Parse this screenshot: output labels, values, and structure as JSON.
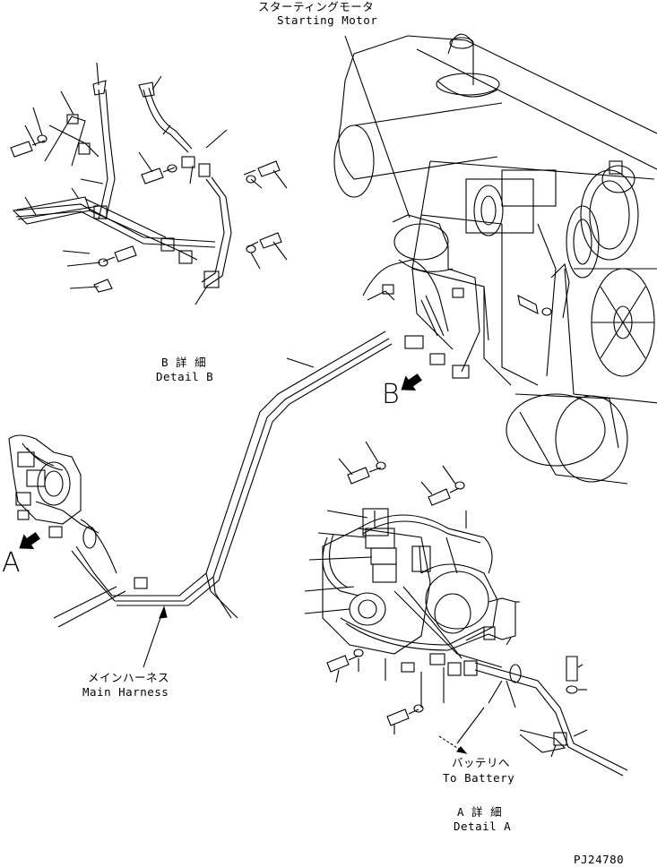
{
  "callouts": {
    "starting_motor_jp": "スターティングモータ",
    "starting_motor_en": "Starting Motor",
    "detail_b_jp": "B 詳 細",
    "detail_b_en": "Detail B",
    "main_harness_jp": "メインハーネス",
    "main_harness_en": "Main Harness",
    "to_battery_jp": "バッテリへ",
    "to_battery_en": "To Battery",
    "detail_a_jp": "A 詳 細",
    "detail_a_en": "Detail A",
    "view_a": "A",
    "view_b": "B"
  },
  "part_number": "PJ24780"
}
